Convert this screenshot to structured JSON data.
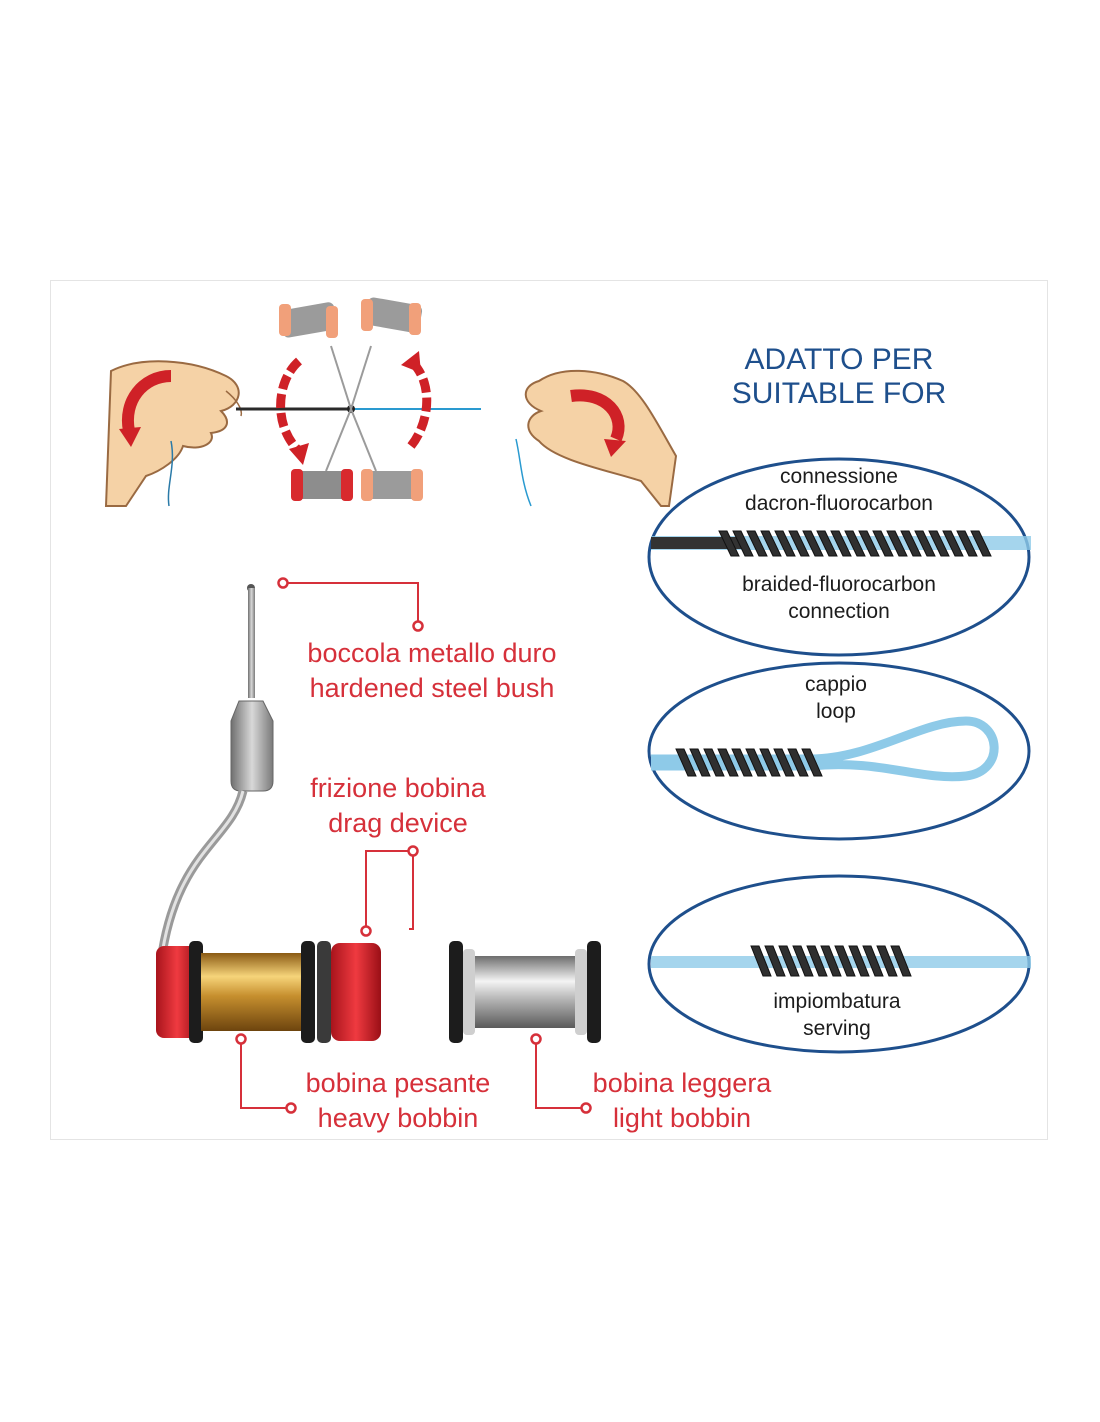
{
  "header": {
    "title_it": "ADATTO PER",
    "title_en": "SUITABLE FOR"
  },
  "callouts": {
    "bush": {
      "it": "boccola metallo duro",
      "en": "hardened steel bush"
    },
    "drag": {
      "it": "frizione bobina",
      "en": "drag device"
    },
    "heavy": {
      "it": "bobina pesante",
      "en": "heavy bobbin"
    },
    "light": {
      "it": "bobina leggera",
      "en": "light bobbin"
    }
  },
  "uses": [
    {
      "it": "connessione",
      "it2": "dacron-fluorocarbon",
      "en": "braided-fluorocarbon",
      "en2": "connection"
    },
    {
      "it": "cappio",
      "en": "loop"
    },
    {
      "it": "impiombatura",
      "en": "serving"
    }
  ],
  "colors": {
    "accent_red": "#d6303a",
    "title_blue": "#1e4f8c",
    "ellipse_stroke": "#1e4f8c",
    "line_blue": "#8ecae8",
    "hand_skin": "#f5d2a6"
  }
}
